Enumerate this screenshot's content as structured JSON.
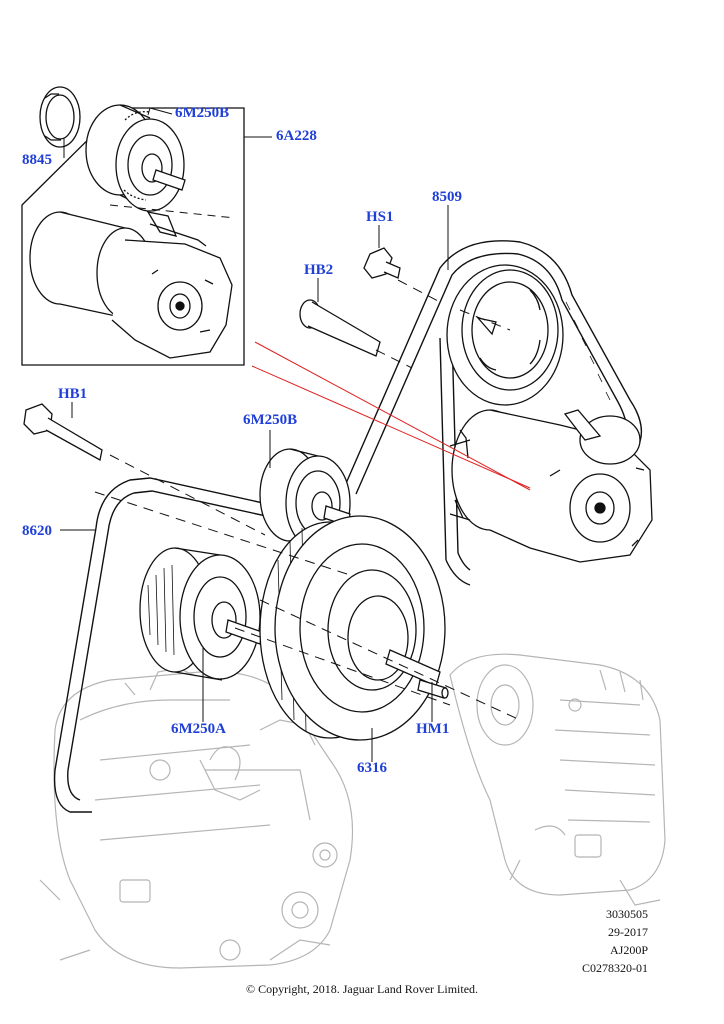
{
  "labels": {
    "l8845": "8845",
    "l6M250B_inset": "6M250B",
    "l6A228": "6A228",
    "l8509": "8509",
    "lHS1": "HS1",
    "lHB2": "HB2",
    "lHB1": "HB1",
    "l6M250B_main": "6M250B",
    "l8620": "8620",
    "l6M250A": "6M250A",
    "lHM1": "HM1",
    "l6316": "6316"
  },
  "reference": {
    "line1": "3030505",
    "line2": "29-2017",
    "line3": "AJ200P",
    "line4": "C0278320-01"
  },
  "copyright": "© Copyright, 2018. Jaguar Land Rover Limited.",
  "colors": {
    "label": "#1f3fd6",
    "line": "#111111",
    "ghost": "#b5b5b5",
    "red_line": "#e02020"
  }
}
